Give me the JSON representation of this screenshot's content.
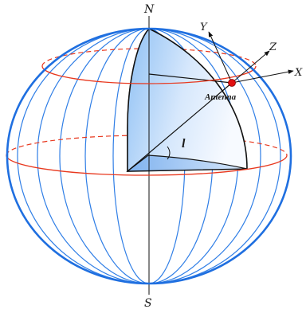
{
  "labels": {
    "north": "N",
    "south": "S",
    "axis_x": "X",
    "axis_y": "Y",
    "axis_z": "Z",
    "antenna": "Antenna",
    "latitude": "l"
  },
  "colors": {
    "meridian": "#2f7ee6",
    "outline": "#1f6fe0",
    "parallel": "#e8381e",
    "antenna_dot": "#e01010",
    "sector_fill_light": "#f4f8ff",
    "sector_fill_dark": "#7fb2ee",
    "axis_line": "#111111"
  }
}
